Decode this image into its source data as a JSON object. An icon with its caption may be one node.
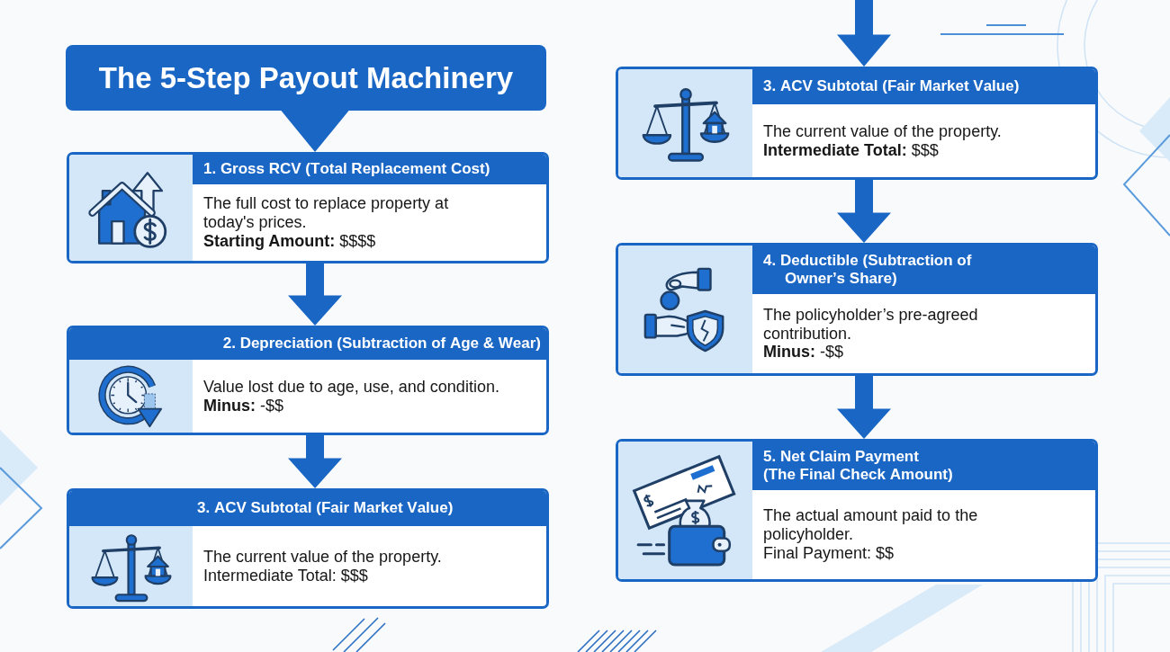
{
  "diagram": {
    "nodes": [
      {
        "text": [
          "The 5-Step Payout Machinery"
        ]
      },
      {
        "text": [
          "1. Gross RCV (Total Replacement Cost)",
          "The full cost to replace property at today's prices.",
          "**Starting Amount:** $$$$"
        ]
      },
      {
        "text": [
          "2. Depreciation (Subtraction of Age & Wear)",
          "Value lost due to age, use, and condition.",
          "**Minus:** -$$"
        ]
      },
      {
        "text": [
          "3. ACV Subtotal (Fair Market Value)",
          "The current value of the property.",
          "Intermediate Total: $$$"
        ]
      },
      {
        "text": [
          "3. ACV Subtotal (Fair Market Value)",
          "The current value of the property.",
          "**Intermediate Total:** $$$"
        ]
      },
      {
        "text": [
          "4. Deductible (Subtraction of Owner’s Share)",
          "The policyholder’s pre-agreed contribution.",
          "**Minus:** -$$"
        ]
      },
      {
        "text": [
          "5. Net Claim Payment (The Final Check Amount)",
          "The actual amount paid to the policyholder.",
          "Final Payment: $$"
        ]
      }
    ],
    "edges": [
      {
        "from": 0,
        "to": 1,
        "arrow": "to"
      },
      {
        "from": 1,
        "to": 2,
        "arrow": "to"
      },
      {
        "from": 2,
        "to": 3,
        "arrow": "to"
      },
      {
        "from": null,
        "to": 4,
        "arrow": "to"
      },
      {
        "from": 4,
        "to": 5,
        "arrow": "to"
      },
      {
        "from": 5,
        "to": 6,
        "arrow": "to"
      }
    ]
  }
}
